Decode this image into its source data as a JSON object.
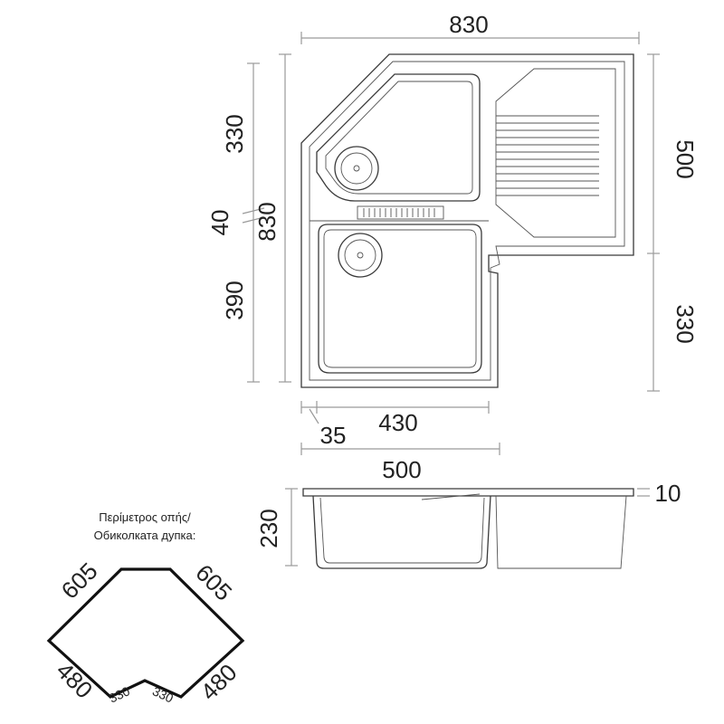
{
  "top_view": {
    "width_total": "830",
    "depth_total": "830",
    "bowl1_depth": "330",
    "gap": "40",
    "bowl2_depth": "390",
    "drainer_width": "500",
    "drainer_offset": "330",
    "bowl_width": "430",
    "edge": "35"
  },
  "side_view": {
    "width": "500",
    "height": "230",
    "rim": "10"
  },
  "cutout": {
    "caption_line1": "Περίμετρος οπής/",
    "caption_line2": "Обиколката дупка:",
    "top_left": "605",
    "top_right": "605",
    "left": "480",
    "right": "480",
    "inner_left": "330",
    "inner_right": "330"
  },
  "colors": {
    "line": "#9a9a9a",
    "outline": "#3a3a3a",
    "cutout": "#111111",
    "text": "#222222"
  }
}
